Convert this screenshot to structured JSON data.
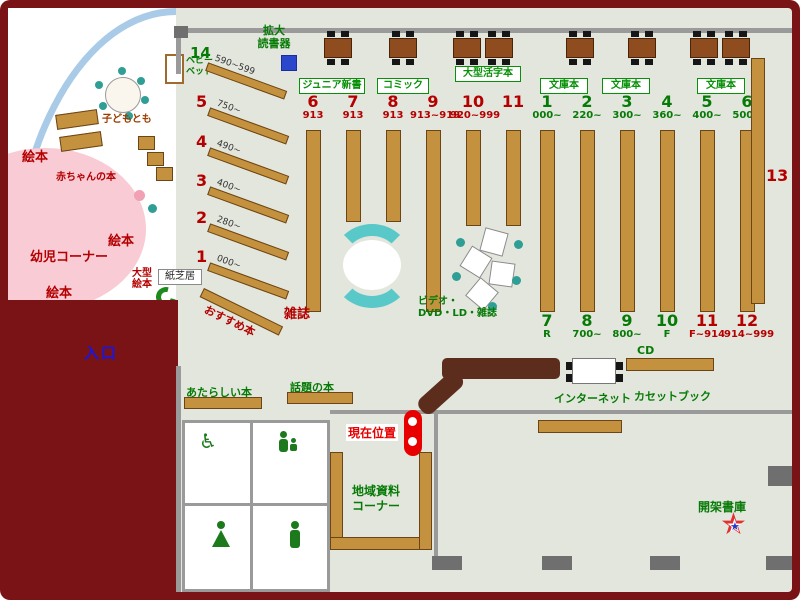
{
  "colors": {
    "frame_maroon": "#7a1315",
    "floor": "#e3e6dc",
    "wall_gray": "#9a9a9a",
    "shelf_brown": "#c4913f",
    "counter_brown": "#5c2d1d",
    "accent_red": "#b40000",
    "accent_green": "#067a06",
    "entrance_blue": "#1616e6",
    "marker_red": "#e80000",
    "teal": "#58c8c8",
    "kids_pink": "#f8cbd5",
    "curve_blue": "#a9cbe8"
  },
  "icons": {
    "wheelchair": "♿",
    "star": "★"
  },
  "kids": {
    "ehon1": "絵本",
    "ehon2": "絵本",
    "ehon3": "絵本",
    "infant_corner": "幼児コーナー",
    "baby_books": "赤ちゃんの本",
    "kodomo": "子どもとも",
    "baby_bed_line1": "ベビー",
    "baby_bed_line2": "ベッド",
    "large_ehon_line1": "大型",
    "large_ehon_line2": "絵本",
    "kamishibai": "紙芝居",
    "recommended": "おすすめ本"
  },
  "device": {
    "line1": "拡大",
    "line2": "読書器"
  },
  "entrance": "入口",
  "fan": [
    {
      "num": "14",
      "range": "590~599"
    },
    {
      "num": "5",
      "range": "750~"
    },
    {
      "num": "4",
      "range": "490~"
    },
    {
      "num": "3",
      "range": "400~"
    },
    {
      "num": "2",
      "range": "280~"
    },
    {
      "num": "1",
      "range": "000~"
    }
  ],
  "sections": [
    "ジュニア新書",
    "コミック",
    "大型活字本",
    "文庫本",
    "文庫本",
    "文庫本"
  ],
  "left_stacks": [
    {
      "num": "6",
      "code": "913"
    },
    {
      "num": "7",
      "code": "913"
    },
    {
      "num": "8",
      "code": "913"
    },
    {
      "num": "9",
      "code": "913~919"
    },
    {
      "num": "10",
      "code": "920~999"
    },
    {
      "num": "11",
      "code": ""
    }
  ],
  "right_stacks_top": [
    {
      "num": "1",
      "code": "000~"
    },
    {
      "num": "2",
      "code": "220~"
    },
    {
      "num": "3",
      "code": "300~"
    },
    {
      "num": "4",
      "code": "360~"
    },
    {
      "num": "5",
      "code": "400~"
    },
    {
      "num": "6",
      "code": "500~"
    }
  ],
  "right_stacks_bottom": [
    {
      "num": "7",
      "code": "R"
    },
    {
      "num": "8",
      "code": "700~"
    },
    {
      "num": "9",
      "code": "800~"
    },
    {
      "num": "10",
      "code": "F"
    },
    {
      "num": "11",
      "code": "F~914"
    },
    {
      "num": "12",
      "code": "914~999"
    }
  ],
  "wall_shelf": "13",
  "magazines": "雑誌",
  "av": {
    "line1": "ビデオ・",
    "line2": "DVD・LD・雑誌"
  },
  "south": {
    "new_books": "あたらしい本",
    "topic_books": "話題の本",
    "current_location": "現在位置",
    "internet": "インターネット",
    "cd": "CD",
    "cassette": "カセットブック",
    "local_line1": "地域資料",
    "local_line2": "コーナー",
    "stacks": "開架書庫"
  }
}
